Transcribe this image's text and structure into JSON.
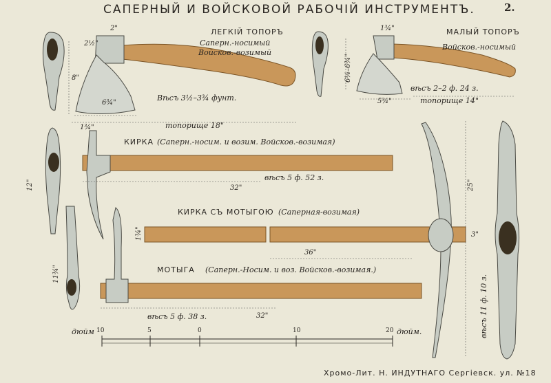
{
  "page": {
    "title": "САПЕРНЫЙ И ВОЙСКОВОЙ РАБОЧІЙ ИНСТРУМЕНТЪ.",
    "number": "2."
  },
  "light_axe": {
    "name": "ЛЕГКІЙ ТОПОРЪ",
    "kind1": "Саперн.-носимый",
    "kind2": "Войсков.-возимый",
    "weight": "Вѣсъ 3½–3¾ фунт.",
    "handle": "топорище 18\"",
    "dim_top": "2\"",
    "dim_eye": "2½\"",
    "dim_height": "8\"",
    "dim_blade": "6¾\""
  },
  "small_axe": {
    "name": "МАЛЫЙ ТОПОРЪ",
    "kind": "Войсков.-носимый",
    "weight": "вѣсъ 2–2 ф. 24 з.",
    "handle": "топорище 14\"",
    "dim_top": "1¾\"",
    "dim_height": "6¼–6¾\"",
    "dim_blade": "5¾\""
  },
  "pick": {
    "name": "КИРКА",
    "kind": "(Саперн.-носим. и возим. Войсков.-возимая)",
    "weight": "вѣсъ 5 ф. 52 з.",
    "length": "32\"",
    "dim_side": "12\"",
    "dim_top": "1¾\""
  },
  "pick_hoe": {
    "name": "КИРКА СЪ МОТЫГОЮ",
    "kind": "(Саперная-возимая)",
    "length": "36\"",
    "dim_head": "25\"",
    "dim_thick": "3\"",
    "dim_side": "1¾\"",
    "weight": "вѣсъ 11 ф. 10 з."
  },
  "hoe": {
    "name": "МОТЫГА",
    "kind": "(Саперн.-Носим. и воз. Войсков.-возимая.)",
    "weight": "вѣсъ 5 ф. 38 з.",
    "length": "32\"",
    "dim_side": "11¾\""
  },
  "scale": {
    "unit_left": "дюйм",
    "unit_right": "дюйм.",
    "ticks": [
      "10",
      "5",
      "0",
      "10",
      "20"
    ]
  },
  "imprint": "Хромо-Лит. Н. ИНДУТНАГО Сергіевск. ул. №18",
  "colors": {
    "paper": "#ebe8d8",
    "wood": "#c9975a",
    "wood_dark": "#a8743d",
    "steel": "#c7ccc4",
    "ink": "#2a2622"
  }
}
